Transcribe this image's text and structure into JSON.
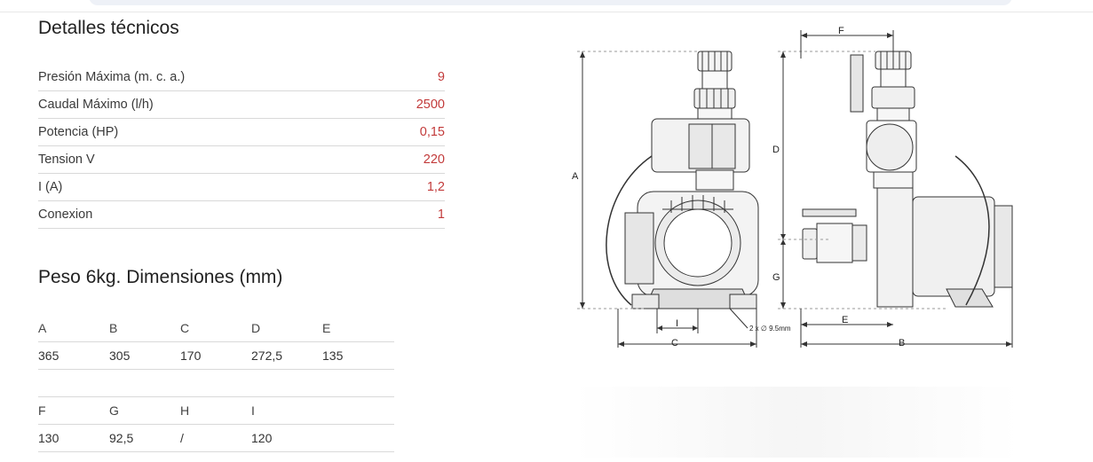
{
  "technical": {
    "title": "Detalles técnicos",
    "rows": [
      {
        "label": "Presión Máxima (m. c. a.)",
        "value": "9"
      },
      {
        "label": "Caudal Máximo (l/h)",
        "value": "2500"
      },
      {
        "label": "Potencia (HP)",
        "value": "0,15"
      },
      {
        "label": "Tension V",
        "value": "220"
      },
      {
        "label": "I (A)",
        "value": "1,2"
      },
      {
        "label": "Conexion",
        "value": "1"
      }
    ]
  },
  "dimensions": {
    "title": "Peso 6kg. Dimensiones (mm)",
    "table1": {
      "headers": [
        "A",
        "B",
        "C",
        "D",
        "E"
      ],
      "values": [
        "365",
        "305",
        "170",
        "272,5",
        "135"
      ]
    },
    "table2": {
      "headers": [
        "F",
        "G",
        "H",
        "I"
      ],
      "values": [
        "130",
        "92,5",
        "/",
        "120"
      ]
    }
  },
  "drawing": {
    "labels": {
      "A": "A",
      "B": "B",
      "C": "C",
      "D": "D",
      "E": "E",
      "F": "F",
      "G": "G",
      "I": "I",
      "holes": "2 x ∅ 9.5mm"
    }
  },
  "colors": {
    "value_red": "#c23a3a",
    "divider": "#d9d9d9"
  }
}
